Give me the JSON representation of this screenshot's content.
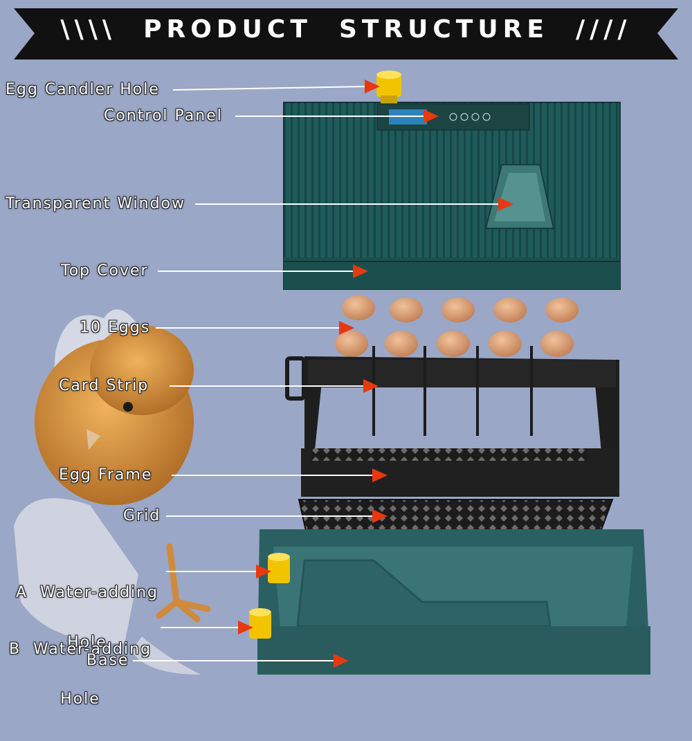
{
  "banner": {
    "title": "\\\\\\\\  PRODUCT  STRUCTURE  ////",
    "color": "#111111"
  },
  "labels": {
    "egg_candler_hole": "Egg Candler Hole",
    "control_panel": "Control Panel",
    "transparent_window": "Transparent Window",
    "top_cover": "Top Cover",
    "ten_eggs": "10 Eggs",
    "card_strip": "Card Strip",
    "egg_frame": "Egg Frame",
    "grid": "Grid",
    "a_water_hole_line1": "A  Water-adding",
    "a_water_hole_line2": "Hole",
    "b_water_hole_line1": "B  Water-adding",
    "b_water_hole_line2": "Hole",
    "base": "Base"
  },
  "colors": {
    "background": "#9aa7c6",
    "cover": "#1f5b5a",
    "cover_dark": "#173f40",
    "frame": "#1c1c1c",
    "base": "#2a5e60",
    "egg": "#d49a6e",
    "yellow_part": "#f2c400",
    "arrow": "#e8380d",
    "chick": "#d99a45"
  }
}
